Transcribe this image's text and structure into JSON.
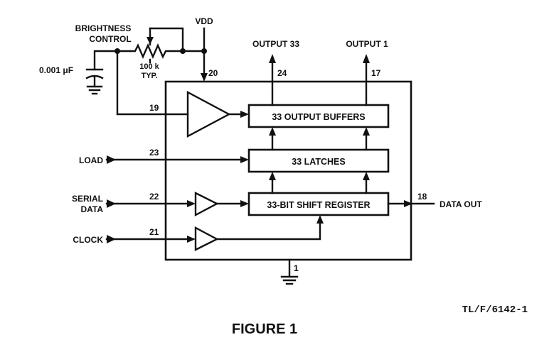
{
  "labels": {
    "brightness_line1": "BRIGHTNESS",
    "brightness_line2": "CONTROL",
    "vdd": "VDD",
    "cap_value": "0.001 μF",
    "pot_value": "100 k",
    "pot_typ": "TYP.",
    "output33": "OUTPUT 33",
    "output1": "OUTPUT 1",
    "load": "LOAD",
    "serial_line1": "SERIAL",
    "serial_line2": "DATA",
    "clock": "CLOCK",
    "data_out": "DATA OUT"
  },
  "pins": {
    "vdd": "20",
    "output33": "24",
    "output1": "17",
    "brightness": "19",
    "load": "23",
    "serial_data": "22",
    "clock": "21",
    "data_out": "18",
    "ground": "1"
  },
  "blocks": {
    "buffers": "33 OUTPUT BUFFERS",
    "latches": "33 LATCHES",
    "shift_register": "33-BIT SHIFT REGISTER"
  },
  "reference": "TL/F/6142-1",
  "caption": "FIGURE 1"
}
